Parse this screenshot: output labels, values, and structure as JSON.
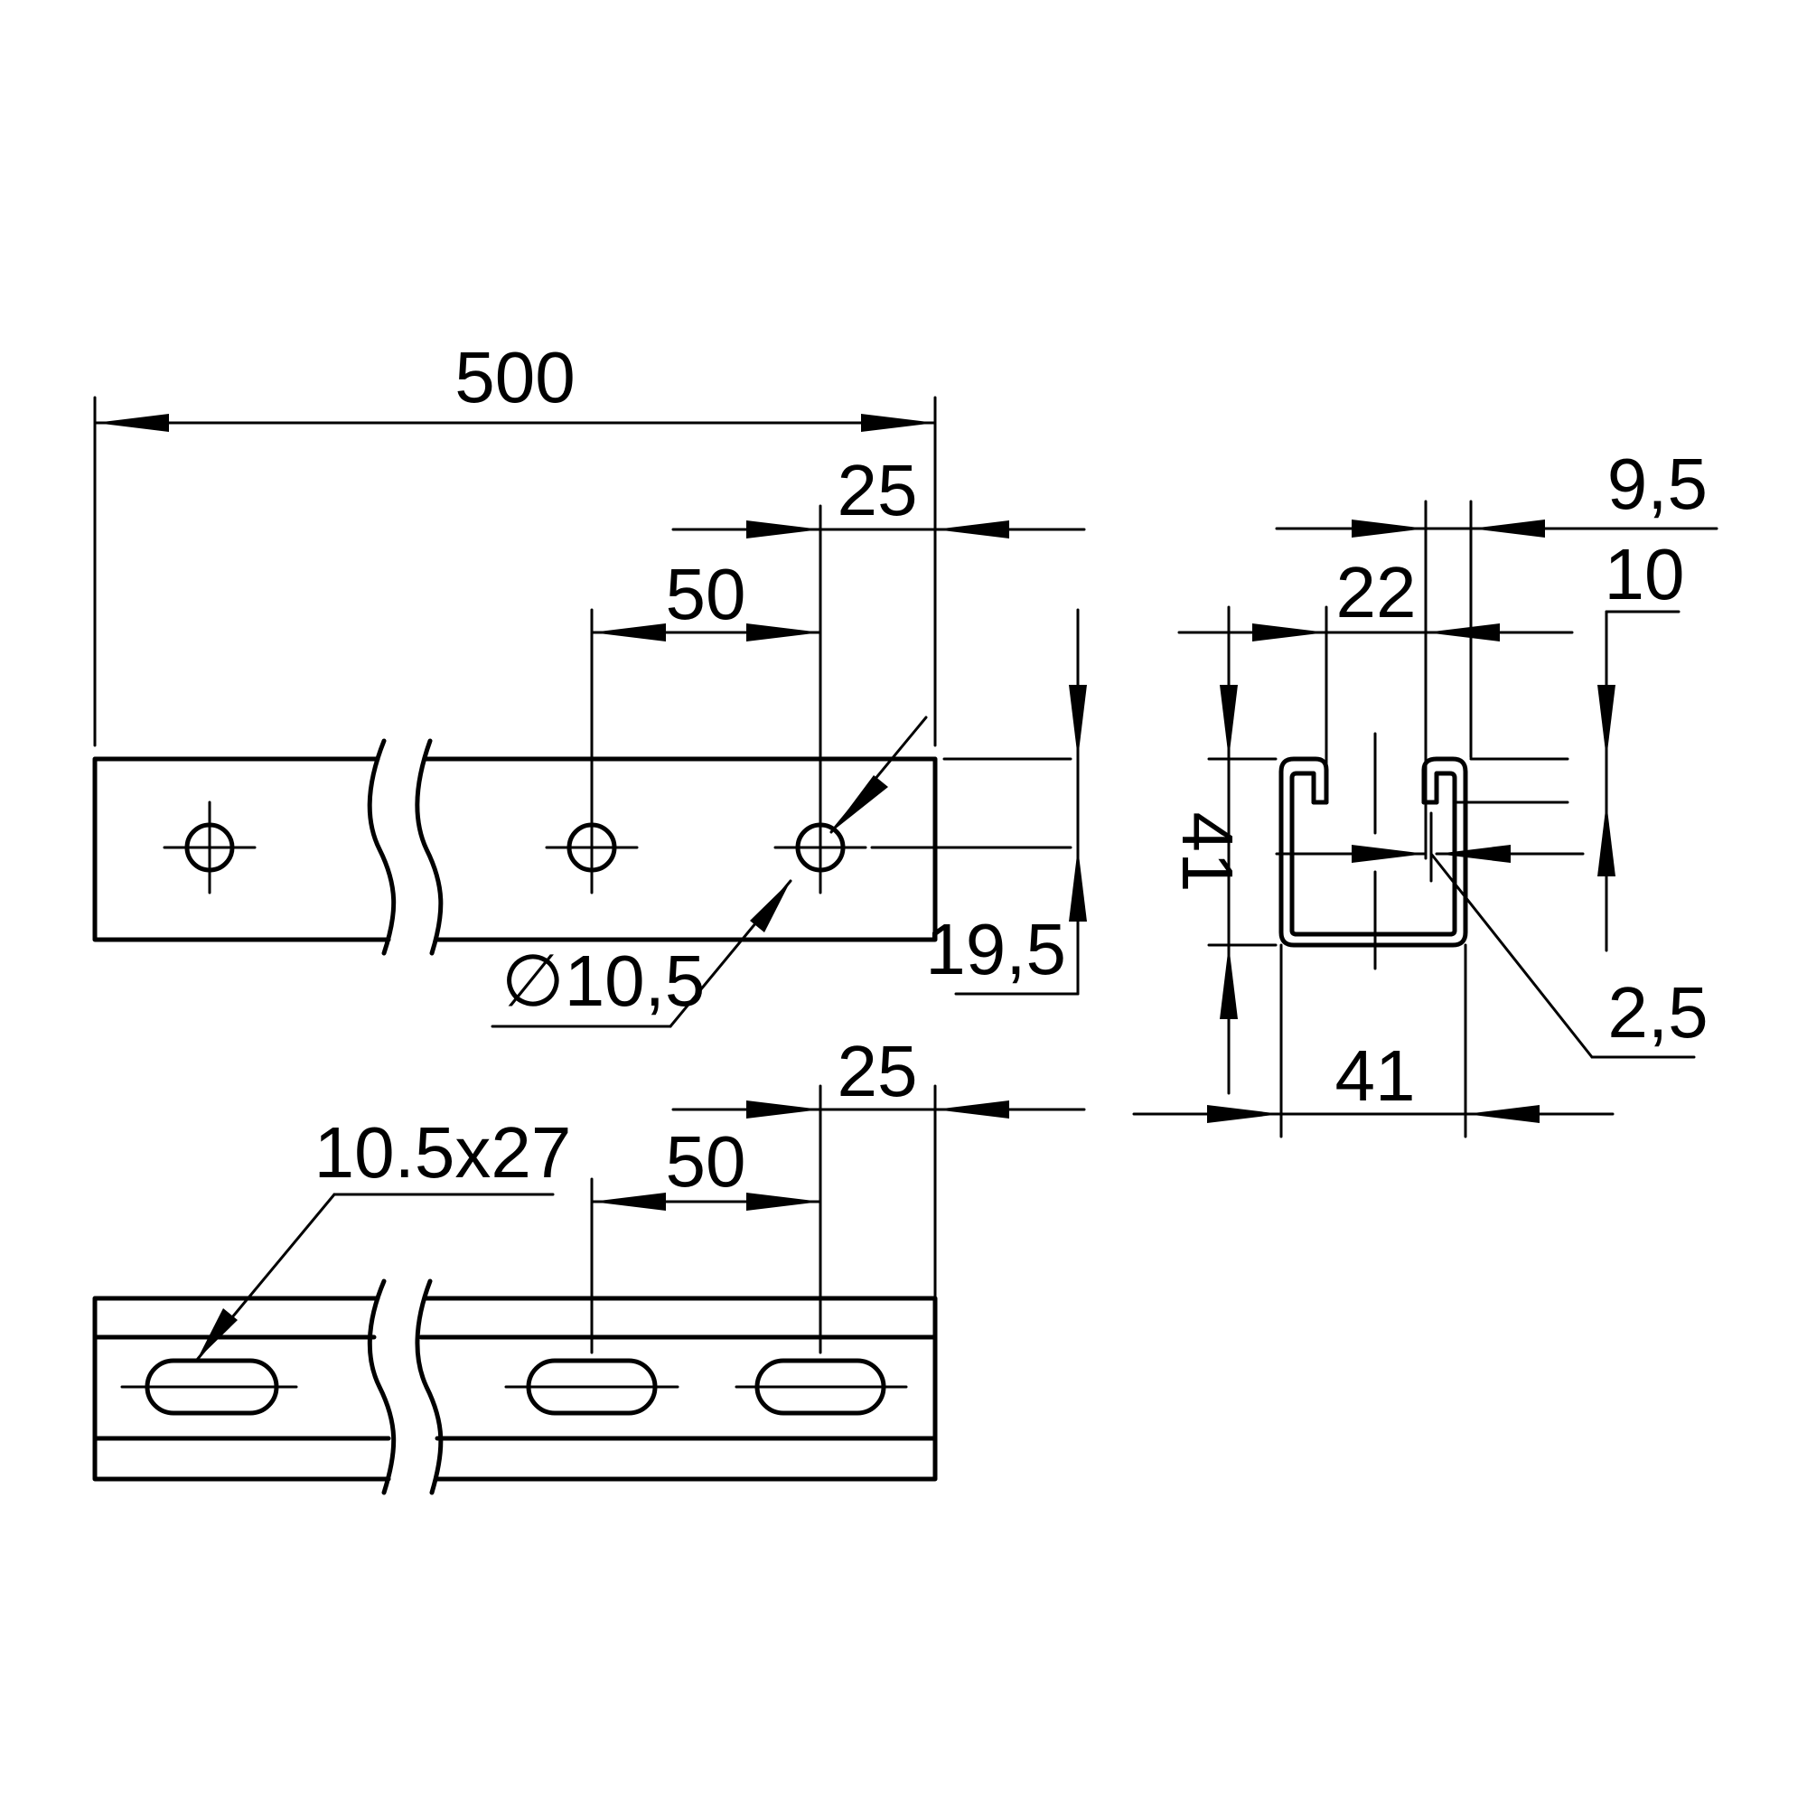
{
  "front_view": {
    "length": "500",
    "end_offset": "25",
    "hole_pitch": "50",
    "edge_distance": "19,5",
    "hole_diameter": "∅10,5"
  },
  "bottom_view": {
    "slot_size": "10.5x27",
    "hole_pitch": "50",
    "end_offset": "25"
  },
  "section_view": {
    "opening_width": "22",
    "lip_width": "9,5",
    "lip_depth": "10",
    "height": "41",
    "width": "41",
    "thickness": "2,5"
  }
}
